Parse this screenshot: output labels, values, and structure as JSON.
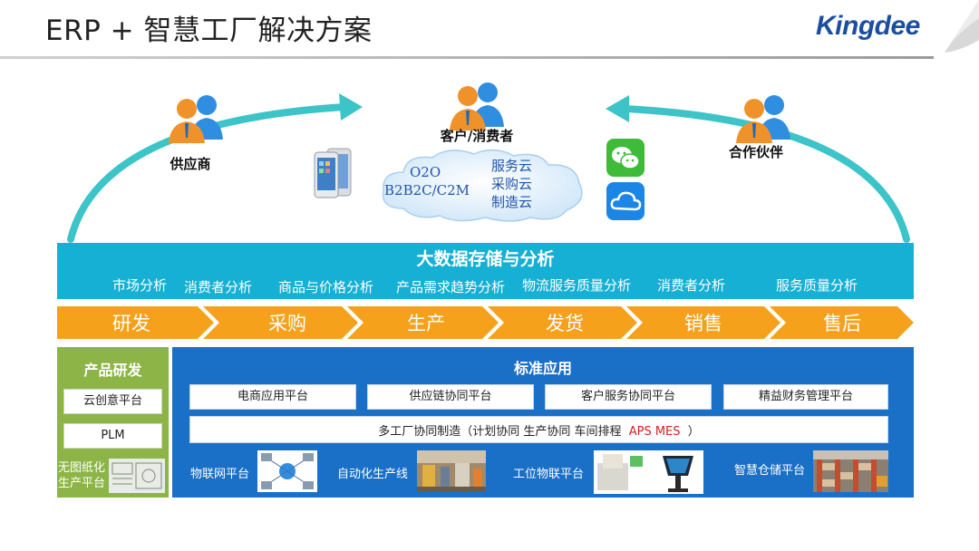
{
  "header": {
    "title": "ERP + 智慧工厂解决方案",
    "logo_text": "Kingdee"
  },
  "top": {
    "supplier_label": "供应商",
    "customer_label": "客户/消费者",
    "partner_label": "合作伙伴",
    "cloud_left": [
      "O2O",
      "B2B2C/C2M"
    ],
    "cloud_right": [
      "服务云",
      "采购云",
      "制造云"
    ]
  },
  "bigdata": {
    "title": "大数据存储与分析",
    "items": [
      "市场分析",
      "消费者分析",
      "商品与价格分析",
      "产品需求趋势分析",
      "物流服务质量分析",
      "消费者分析",
      "服务质量分析"
    ]
  },
  "process": {
    "steps": [
      "研发",
      "采购",
      "生产",
      "发货",
      "销售",
      "售后"
    ]
  },
  "product_dev": {
    "title": "产品研发",
    "items": [
      "云创意平台",
      "PLM"
    ],
    "paperless": "无图纸化生产平台"
  },
  "standard_apps": {
    "title": "标准应用",
    "platforms": [
      "电商应用平台",
      "供应链协同平台",
      "客户服务协同平台",
      "精益财务管理平台"
    ],
    "mfg_prefix": "多工厂协同制造（计划协同  生产协同  车间排程",
    "mfg_red": "APS  MES",
    "mfg_suffix": "）",
    "iot_items": [
      "物联网平台",
      "自动化生产线",
      "工位物联平台",
      "智慧仓储平台"
    ]
  },
  "colors": {
    "bigdata_band": "#16b0d4",
    "chevron": "#f5a11c",
    "product_dev": "#8cb446",
    "standard_apps": "#1a6fc7",
    "arc": "#3cc4c8",
    "logo": "#1a4fa0"
  },
  "icons": [
    "people-icon",
    "phone-icon",
    "wechat-icon",
    "cloud-app-icon",
    "network-icon",
    "factory-photo",
    "kiosk-photo",
    "warehouse-photo"
  ]
}
